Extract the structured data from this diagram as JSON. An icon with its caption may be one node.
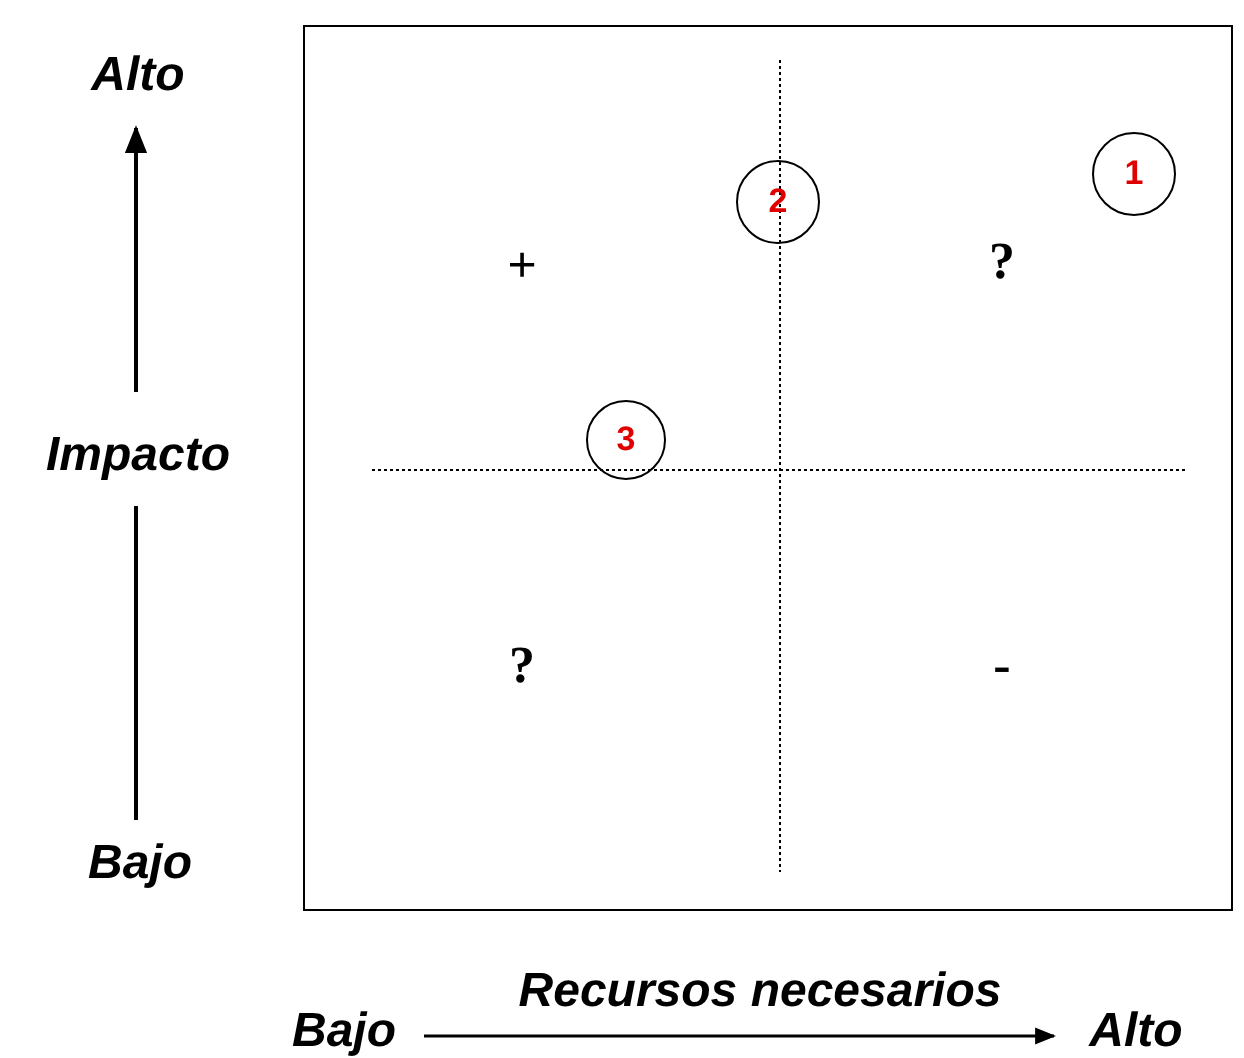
{
  "diagram": {
    "nodes": [
      {
        "text": [
          "1"
        ]
      },
      {
        "text": [
          "2"
        ]
      },
      {
        "text": [
          "3"
        ]
      }
    ],
    "labels": [
      "Alto",
      "Impacto",
      "Bajo",
      "+",
      "?",
      "?",
      "-",
      "Recursos necesarios",
      "Bajo",
      "Alto"
    ]
  }
}
